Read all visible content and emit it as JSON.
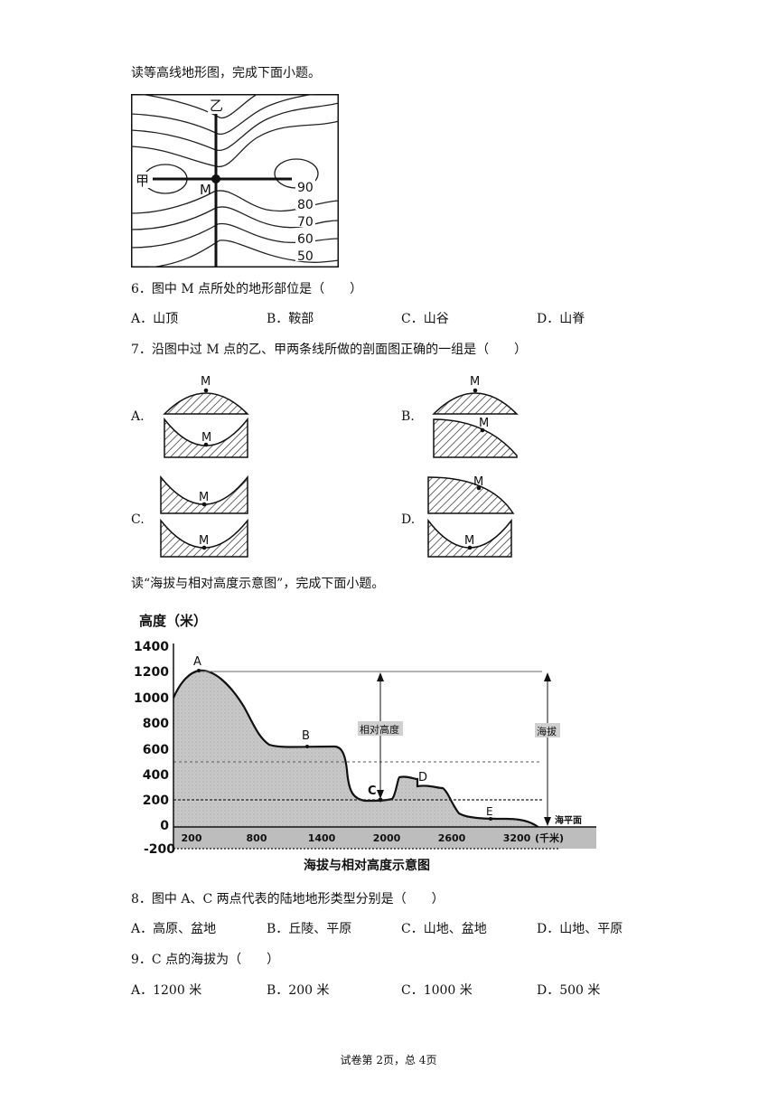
{
  "intro1": "读等高线地形图，完成下面小题。",
  "map": {
    "label_yi": "乙",
    "label_jia": "甲",
    "label_m": "M",
    "contours": [
      "90",
      "80",
      "70",
      "60",
      "50"
    ]
  },
  "q6": {
    "stem": "6．图中 M 点所处的地形部位是（　　）",
    "options": [
      "A．山顶",
      "B．鞍部",
      "C．山谷",
      "D．山脊"
    ]
  },
  "q7": {
    "stem": "7．沿图中过 M 点的乙、甲两条线所做的剖面图正确的一组是（　　）",
    "options": [
      "A.",
      "B.",
      "C.",
      "D."
    ],
    "point_label": "M"
  },
  "intro2": "读“海拔与相对高度示意图”，完成下面小题。",
  "profile": {
    "y_title": "高度（米）",
    "y_ticks": [
      "1400",
      "1200",
      "1000",
      "800",
      "600",
      "400",
      "200",
      "0",
      "-200"
    ],
    "x_ticks": [
      "200",
      "800",
      "1400",
      "2000",
      "2600",
      "3200"
    ],
    "x_unit": "(千米)",
    "points": [
      "A",
      "B",
      "C",
      "D",
      "E"
    ],
    "rel_label": "相对高度",
    "abs_label": "海拔",
    "sea_label": "海平面",
    "caption": "海拔与相对高度示意图"
  },
  "q8": {
    "stem": "8．图中 A、C 两点代表的陆地地形类型分别是（　　）",
    "options": [
      "A．高原、盆地",
      "B．丘陵、平原",
      "C．山地、盆地",
      "D．山地、平原"
    ]
  },
  "q9": {
    "stem": "9．C 点的海拔为（　　）",
    "options": [
      "A．1200 米",
      "B．200 米",
      "C．1000 米",
      "D．500 米"
    ]
  },
  "footer": "试卷第 2页，总 4页"
}
